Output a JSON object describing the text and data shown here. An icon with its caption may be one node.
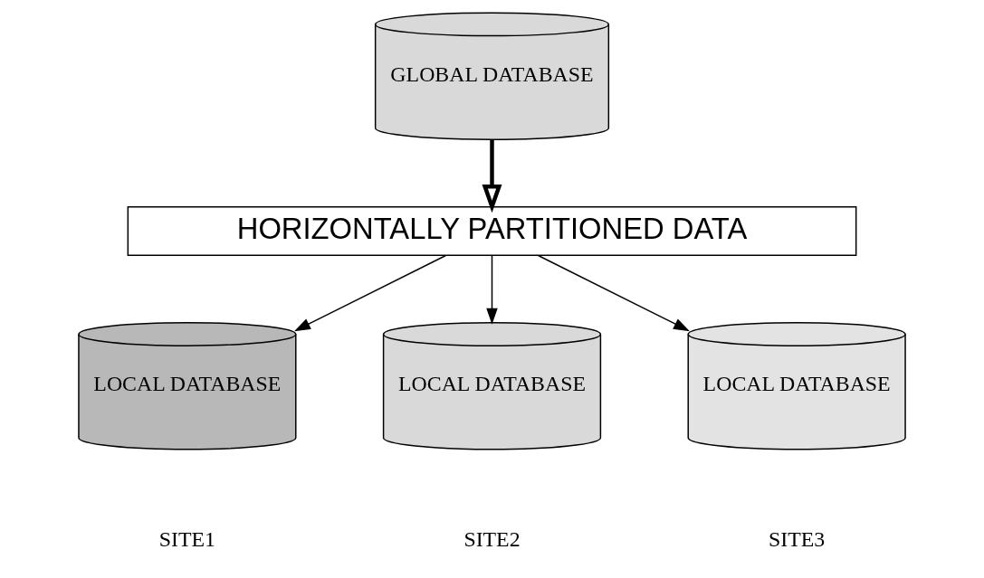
{
  "diagram": {
    "nodes": [
      {
        "text": [
          "GLOBAL DATABASE"
        ]
      },
      {
        "text": [
          "HORIZONTALLY PARTITIONED DATA"
        ]
      },
      {
        "text": [
          "LOCAL DATABASE"
        ],
        "beside": [
          "SITE1"
        ]
      },
      {
        "text": [
          "LOCAL DATABASE"
        ],
        "beside": [
          "SITE2"
        ]
      },
      {
        "text": [
          "LOCAL DATABASE"
        ],
        "beside": [
          "SITE3"
        ]
      }
    ],
    "edges": [
      {
        "from": 0,
        "to": 1,
        "arrow": "to",
        "style": "thick"
      },
      {
        "from": 1,
        "to": 2,
        "arrow": "to"
      },
      {
        "from": 1,
        "to": 3,
        "arrow": "to"
      },
      {
        "from": 1,
        "to": 4,
        "arrow": "to"
      }
    ]
  }
}
